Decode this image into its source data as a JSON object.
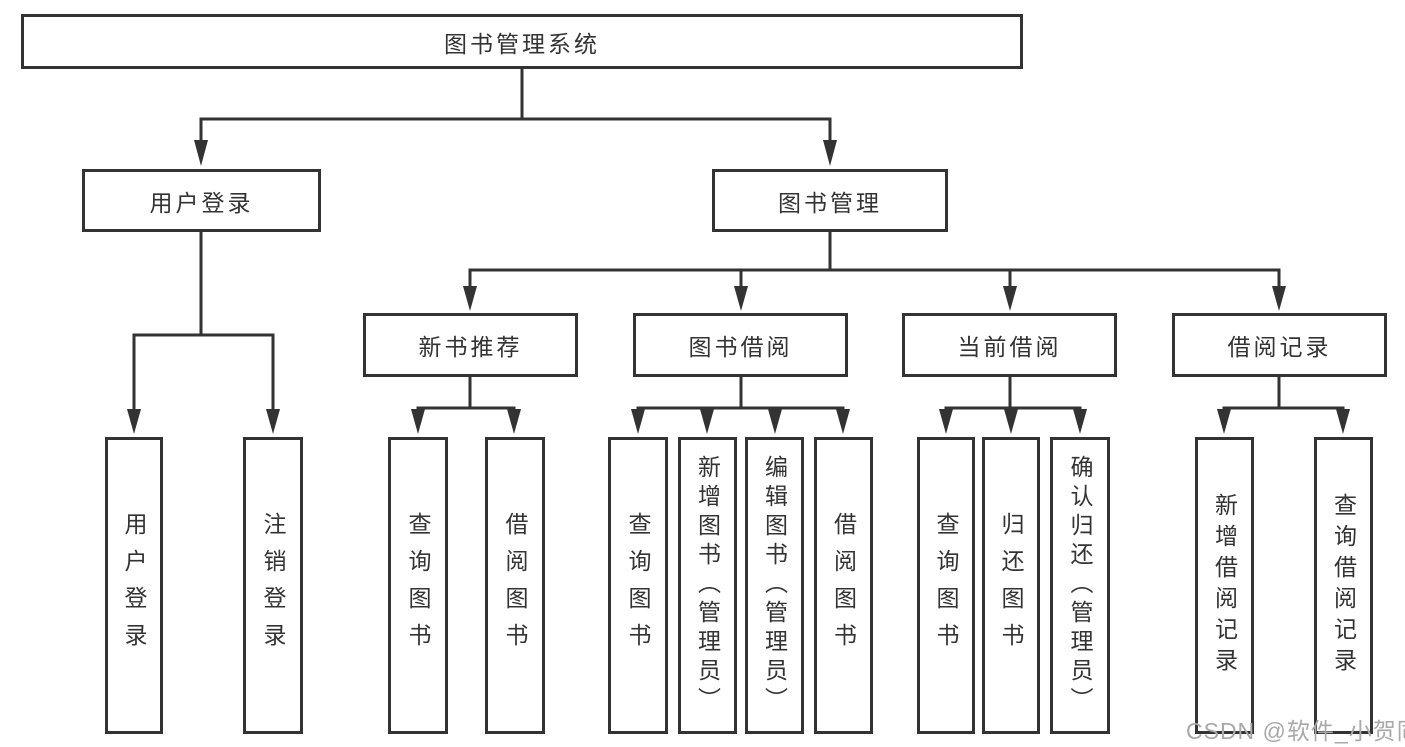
{
  "title": "图书管理系统",
  "colors": {
    "line": "#333333",
    "box_border": "#333333",
    "text": "#333333",
    "watermark": "#a9a9a9",
    "background": "#ffffff"
  },
  "tree": {
    "root": {
      "label": "图书管理系统"
    },
    "branches": [
      {
        "label": "用户登录",
        "children": [
          {
            "label": "用户登录"
          },
          {
            "label": "注销登录"
          }
        ]
      },
      {
        "label": "图书管理",
        "children": [
          {
            "label": "新书推荐",
            "children": [
              {
                "label": "查询图书"
              },
              {
                "label": "借阅图书"
              }
            ]
          },
          {
            "label": "图书借阅",
            "children": [
              {
                "label": "查询图书"
              },
              {
                "label": "新增图书（管理员）"
              },
              {
                "label": "编辑图书（管理员）"
              },
              {
                "label": "借阅图书"
              }
            ]
          },
          {
            "label": "当前借阅",
            "children": [
              {
                "label": "查询图书"
              },
              {
                "label": "归还图书"
              },
              {
                "label": "确认归还（管理员）"
              }
            ]
          },
          {
            "label": "借阅记录",
            "children": [
              {
                "label": "新增借阅记录"
              },
              {
                "label": "查询借阅记录"
              }
            ]
          }
        ]
      }
    ]
  },
  "watermark": {
    "text": "CSDN @软件_小贺同学"
  }
}
